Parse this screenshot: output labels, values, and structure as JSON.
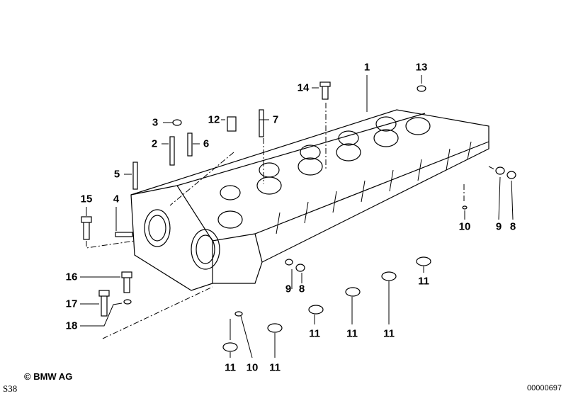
{
  "callouts": [
    "1",
    "13",
    "14",
    "3",
    "12",
    "7",
    "2",
    "6",
    "5",
    "15",
    "4",
    "10",
    "9",
    "8",
    "16",
    "9",
    "8",
    "11",
    "11",
    "11",
    "11",
    "17",
    "18",
    "11",
    "10",
    "11"
  ],
  "footer": {
    "copyright": "© BMW AG",
    "series": "S38",
    "image_code": "00000697"
  }
}
